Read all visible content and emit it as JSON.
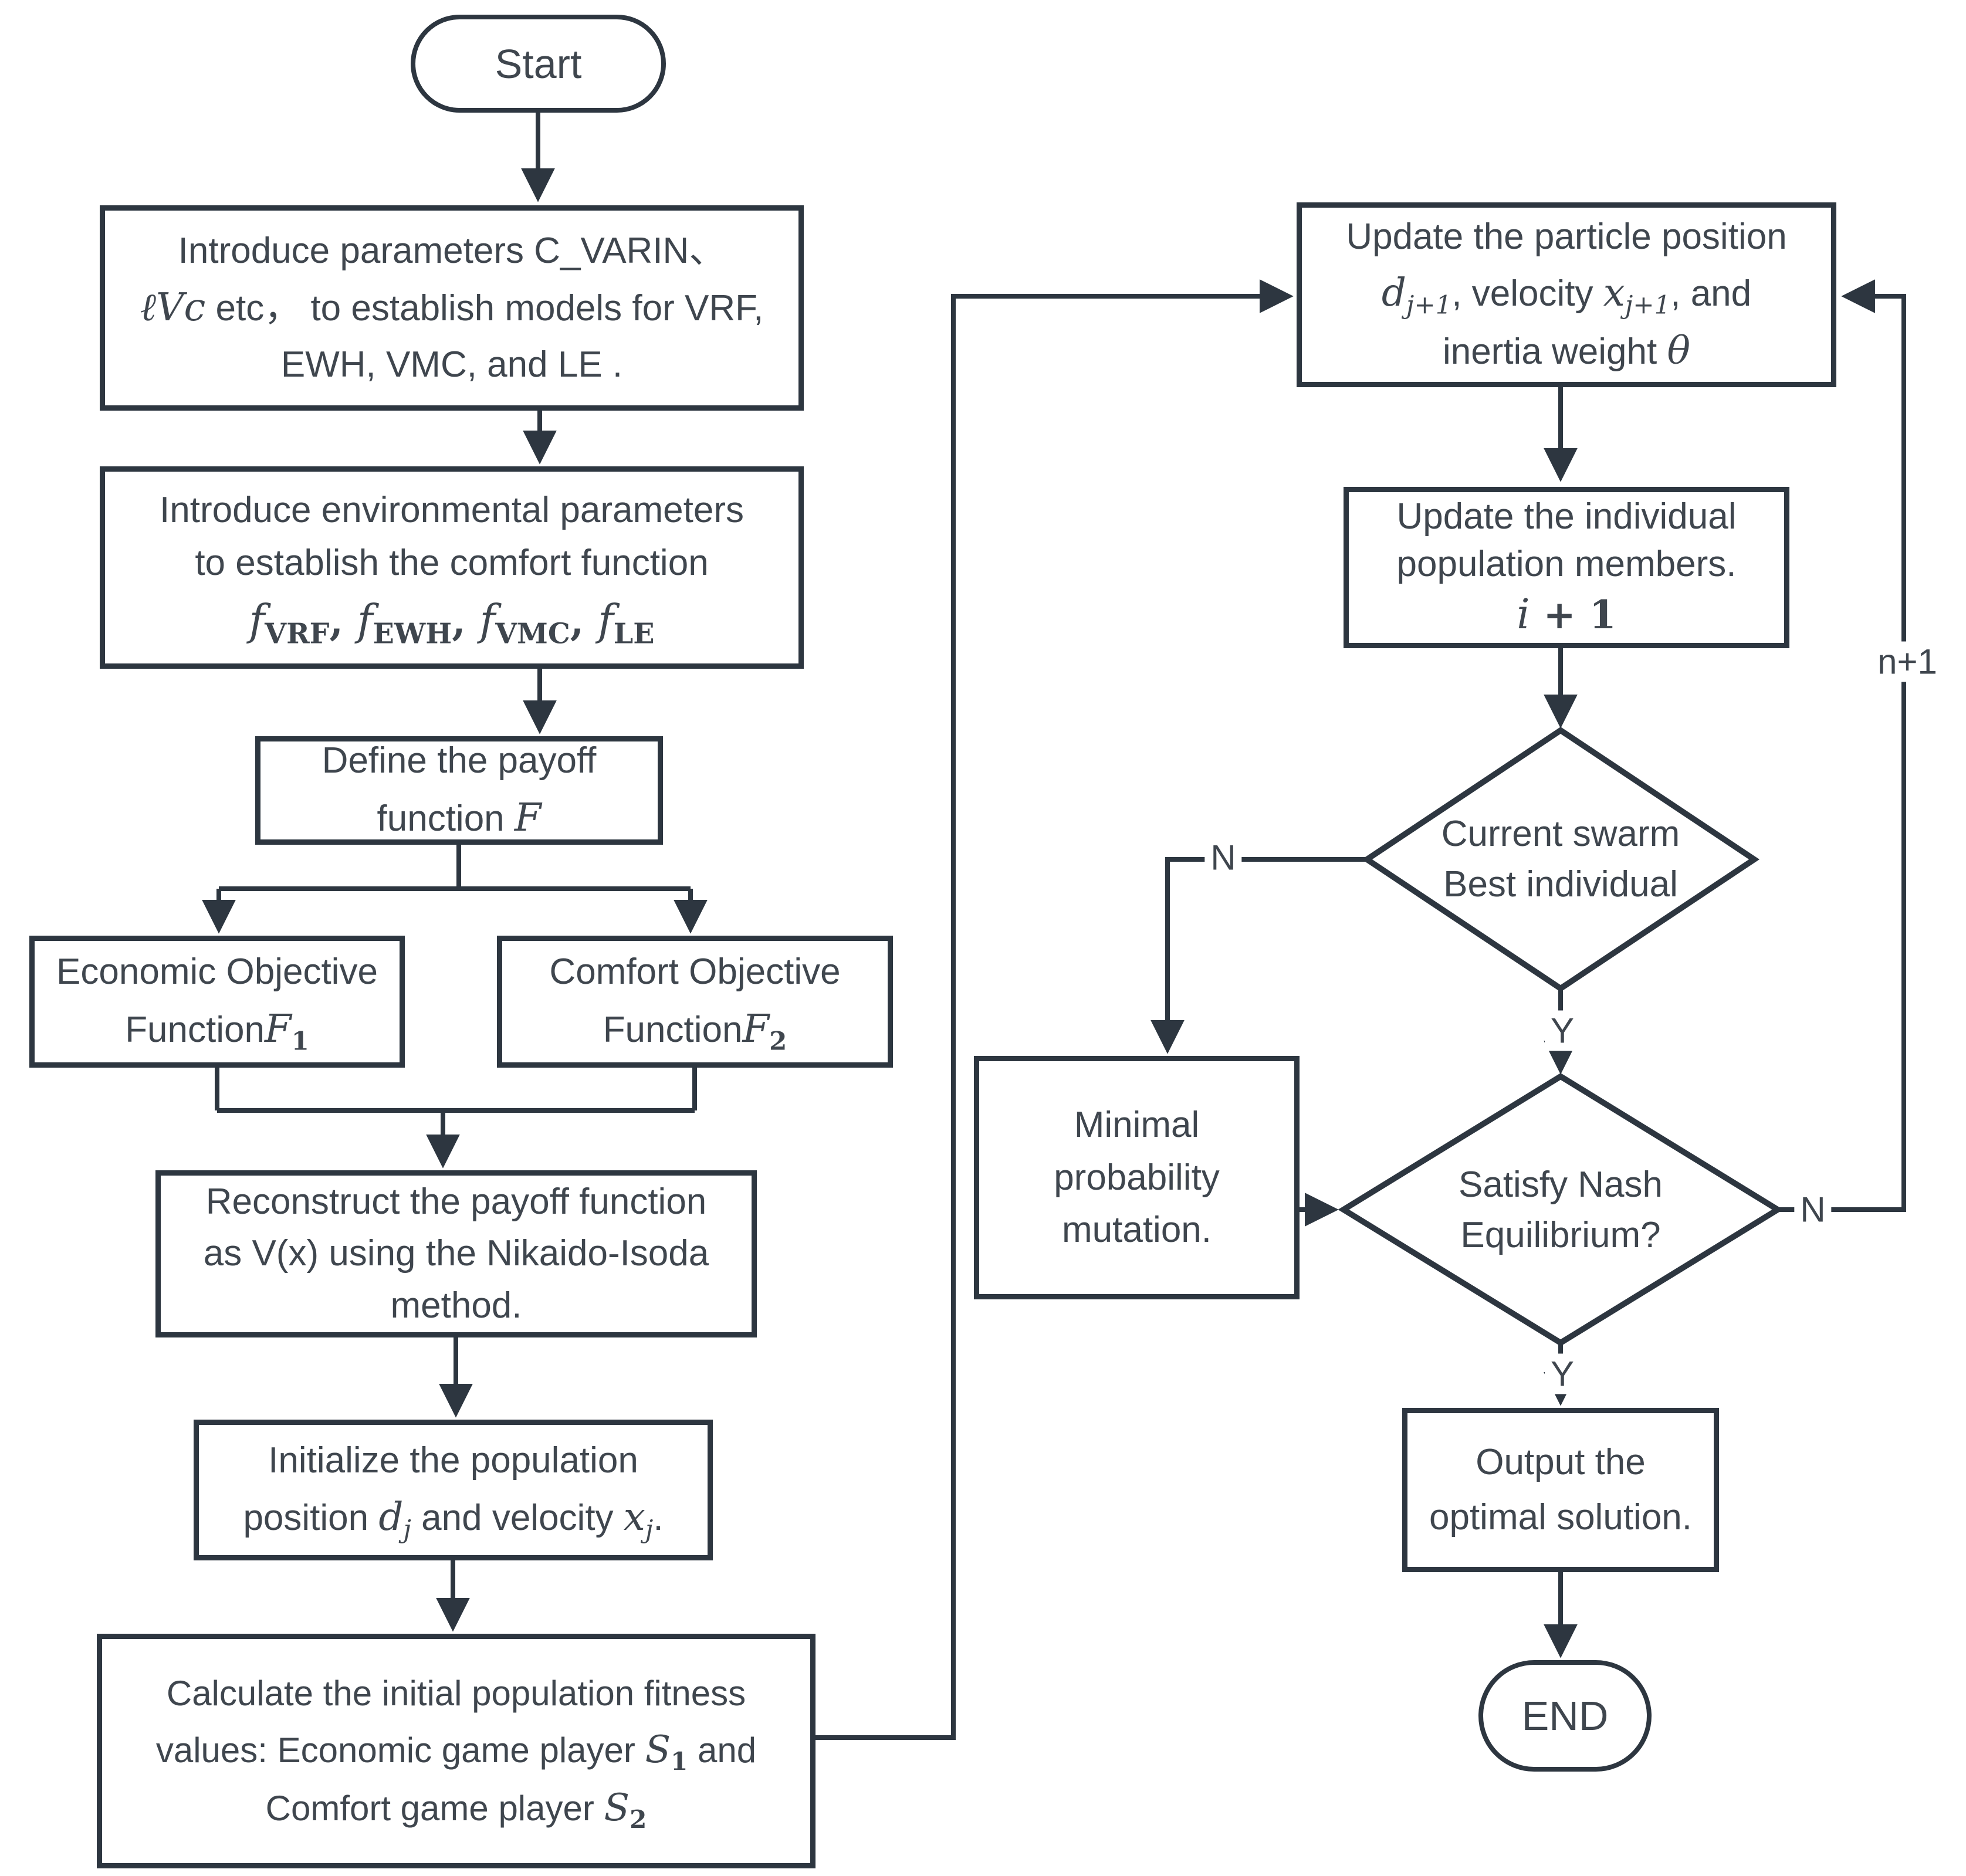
{
  "figure": {
    "background": "#ffffff",
    "ink": "#2d3640",
    "text_color": "#3f464e",
    "type": "flowchart"
  },
  "nodes": {
    "start": {
      "label": "Start"
    },
    "intro_params": {
      "line1": "Introduce parameters C_VARIN、",
      "line2_math": "ℓVc",
      "line2_rest": " etc，  to establish models for VRF,",
      "line3": "EWH, VMC, and LE ."
    },
    "comfort_fn": {
      "line1": "Introduce environmental parameters",
      "line2": "to establish the comfort function",
      "funcs": [
        {
          "base": "f",
          "sub": "VRF",
          "sep": ", "
        },
        {
          "base": "f",
          "sub": "EWH",
          "sep": ", "
        },
        {
          "base": "f",
          "sub": "VMC",
          "sep": ", "
        },
        {
          "base": "f",
          "sub": "LE",
          "sep": ""
        }
      ]
    },
    "payoff": {
      "line1": "Define the payoff",
      "line2_prefix": "function ",
      "var": "F"
    },
    "economic": {
      "line1": "Economic Objective",
      "line2_prefix": "Function",
      "var": "F",
      "sub": "1"
    },
    "comfort_obj": {
      "line1": "Comfort Objective",
      "line2_prefix": "Function",
      "var": "F",
      "sub": "2"
    },
    "reconstruct": {
      "line1": "Reconstruct the payoff function",
      "line2": "as V(x) using the Nikaido-Isoda",
      "line3": "method."
    },
    "init_pop": {
      "line1": "Initialize the population",
      "l2a": "position ",
      "v1": "d",
      "s1": "j",
      "l2b": " and velocity ",
      "v2": "x",
      "s2": "j",
      "l2c": "."
    },
    "fitness": {
      "line1": "Calculate the initial population fitness",
      "l2a": "values: Economic game player ",
      "v1": "S",
      "s1": "1",
      "l2b": " and",
      "l3a": "Comfort game player ",
      "v2": "S",
      "s2": "2"
    },
    "update_particle": {
      "line1": "Update the particle position",
      "v1": "d",
      "s1": "j+1",
      "l2b": ", velocity ",
      "v2": "x",
      "s2": "j+1",
      "l2c": ", and",
      "l3a": "inertia weight ",
      "v3": "θ"
    },
    "update_individual": {
      "line1": "Update the individual",
      "line2": "population members.",
      "v1": "i",
      "plus": " + ",
      "bold1": "1"
    },
    "swarm_check": {
      "line1": "Current swarm",
      "line2": "Best individual"
    },
    "mutation": {
      "line1": "Minimal",
      "line2": "probability",
      "line3": "mutation."
    },
    "nash_check": {
      "line1": "Satisfy Nash",
      "line2": "Equilibrium?"
    },
    "output": {
      "line1": "Output the",
      "line2": "optimal solution."
    },
    "end": {
      "label": "END"
    }
  },
  "edge_labels": {
    "swarm_no": "N",
    "swarm_yes": "Y",
    "nash_no": "N",
    "nash_yes": "Y",
    "iteration": "n+1"
  }
}
